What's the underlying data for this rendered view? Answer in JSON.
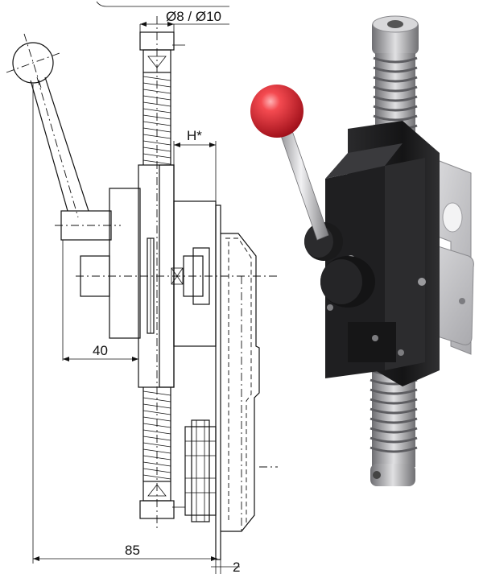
{
  "drawing": {
    "labels": {
      "diameter": "Ø8 / Ø10",
      "height": "H*",
      "dim_40": "40",
      "dim_85": "85",
      "dim_2": "2"
    }
  },
  "photo": {
    "knob_color": "#e8202a",
    "body_color": "#1c1c1e",
    "plate_color": "#c9c9cb",
    "spring_color": "#a7a7aa"
  }
}
